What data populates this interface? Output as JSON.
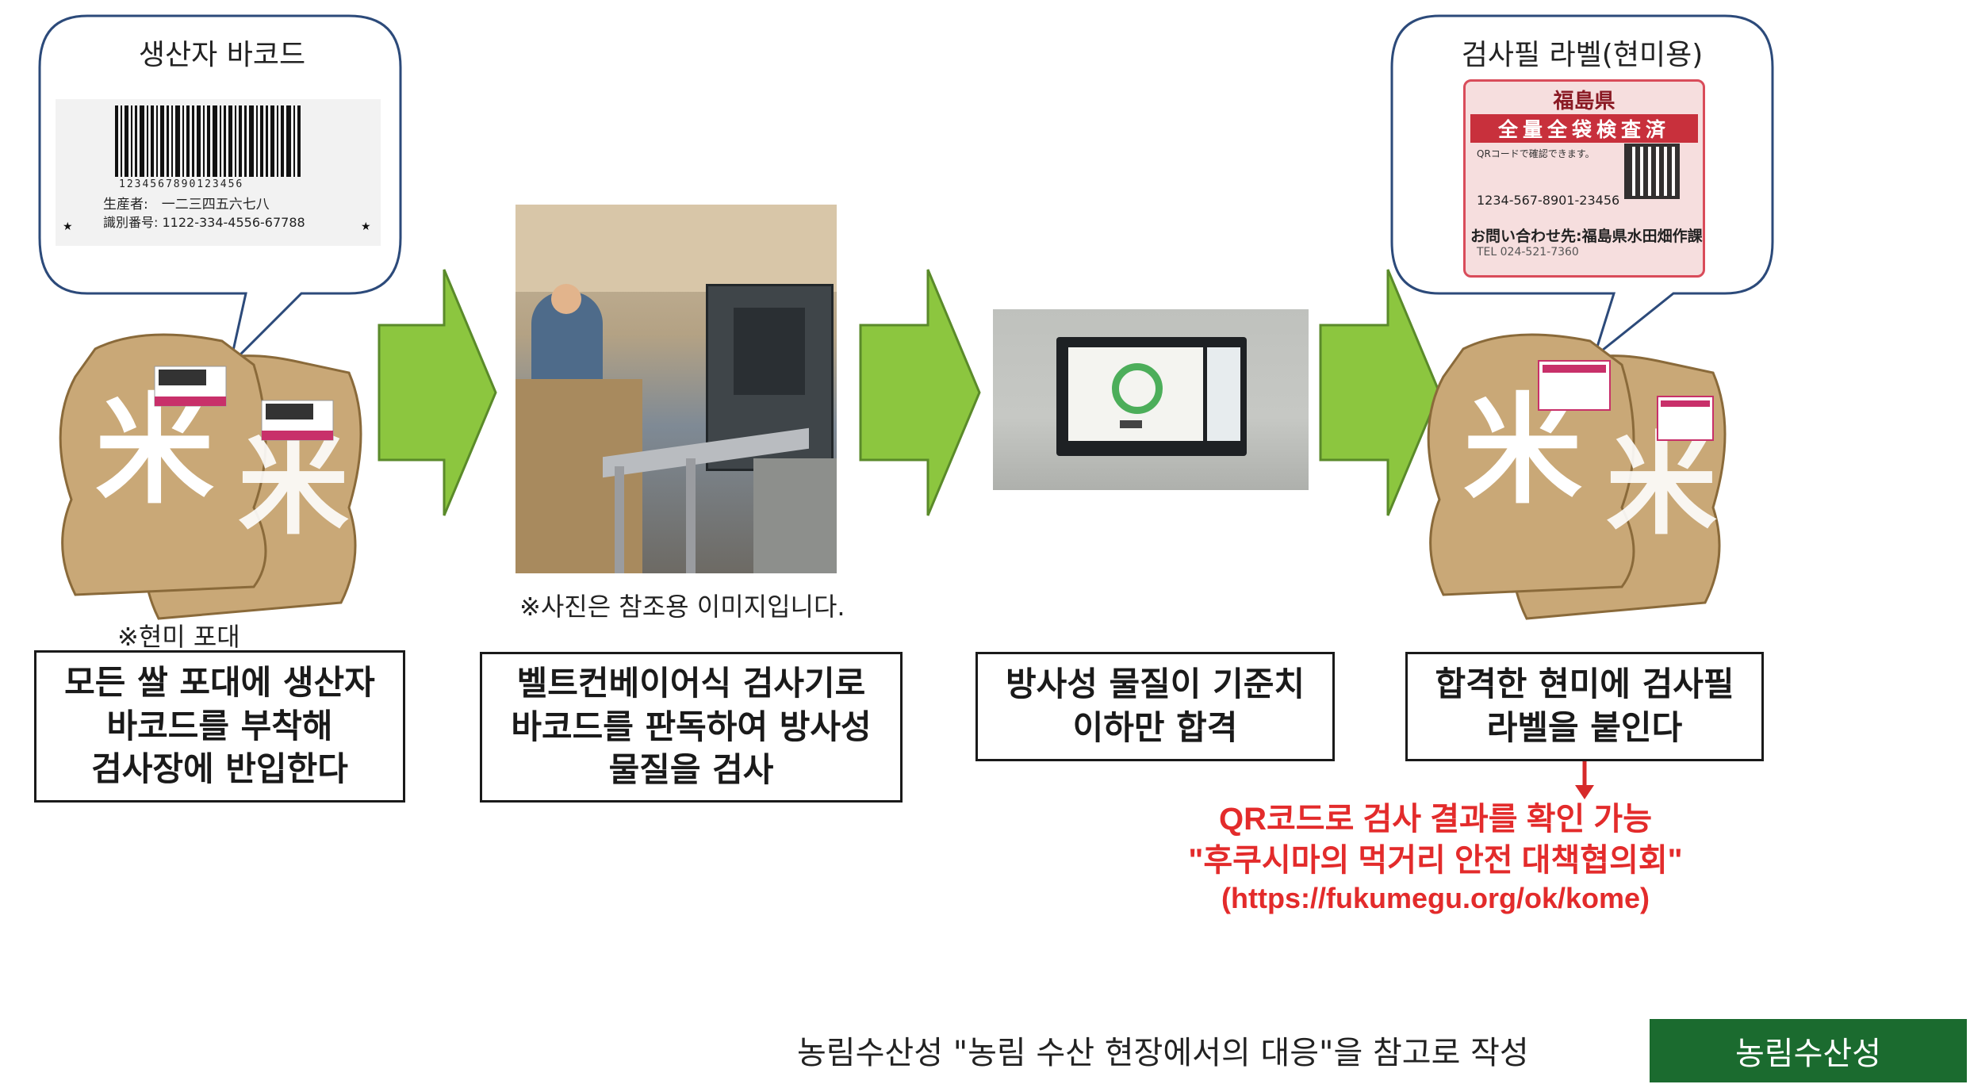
{
  "bubbles": {
    "barcode_title": "생산자 바코드",
    "label_title": "검사필 라벨(현미용)",
    "barcode_line1": "1234567890123456",
    "barcode_line2": "生産者:　一二三四五六七八",
    "barcode_line3": "識別番号: 1122-334-4556-67788",
    "label_pref": "福島県",
    "label_banner": "全量全袋検査済",
    "label_qr_note": "QRコードで確認できます。",
    "label_id": "1234-567-8901-23456",
    "label_contact": "お問い合わせ先:福島県水田畑作課",
    "label_tel": "TEL 024-521-7360"
  },
  "notes": {
    "bag_note": "※현미 포대",
    "photo_note": "※사진은 참조용 이미지입니다."
  },
  "steps": [
    {
      "text": "모든 쌀 포대에 생산자\n바코드를 부착해\n검사장에 반입한다"
    },
    {
      "text": "벨트컨베이어식 검사기로\n바코드를 판독하여 방사성\n물질을 검사"
    },
    {
      "text": "방사성 물질이 기준치\n이하만 합격"
    },
    {
      "text": "합격한 현미에 검사필\n라벨을 붙인다"
    }
  ],
  "qr_info": {
    "line1": "QR코드로 검사 결과를 확인 가능",
    "line2": "\"후쿠시마의 먹거리 안전 대책협의회\"",
    "line3": "(https://fukumegu.org/ok/kome)"
  },
  "footer": {
    "source_text": "농림수산성 \"농림 수산 현장에서의 대응\"을 참고로 작성",
    "badge": "농림수산성"
  },
  "colors": {
    "arrow_green": "#8cc63f",
    "arrow_outline": "#5a8a2a",
    "bag_tan": "#c9a877",
    "qr_red": "#e32b2b",
    "badge_green": "#1b6b2f"
  }
}
